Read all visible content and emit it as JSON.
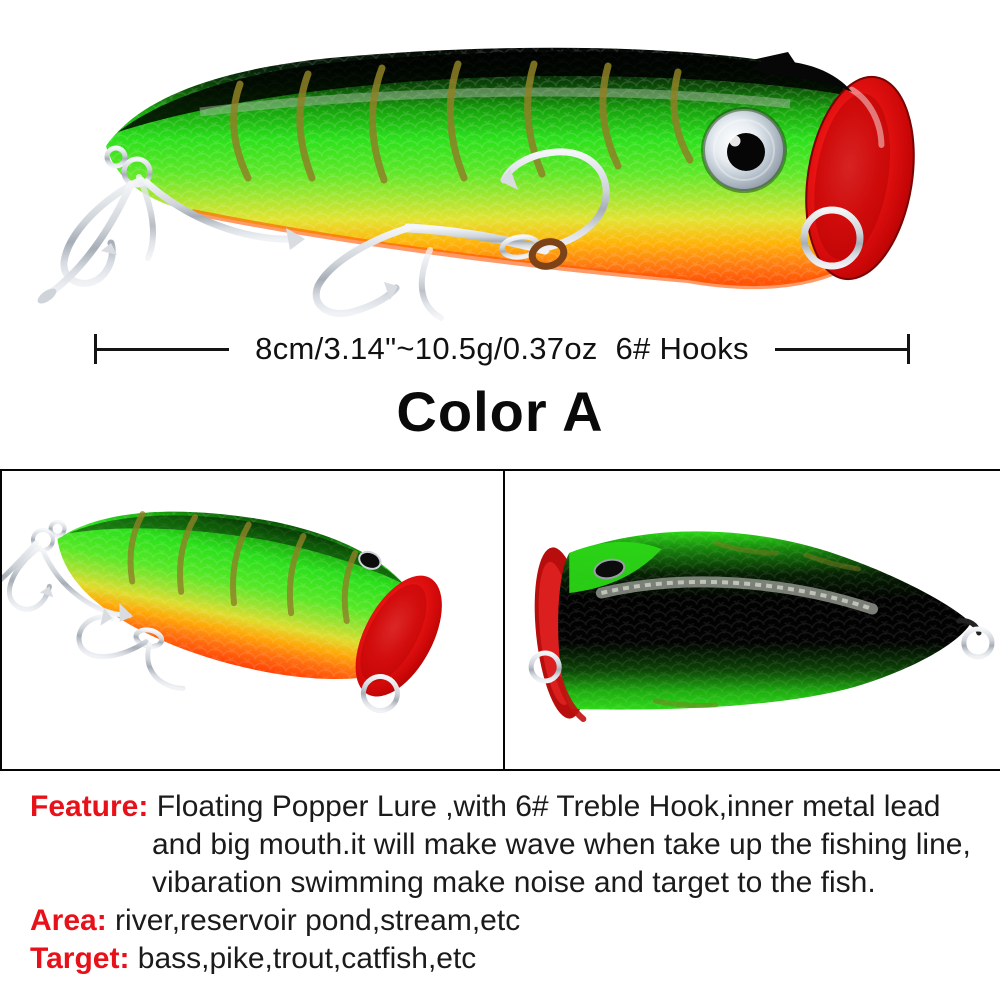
{
  "product": {
    "dimension_label": "8cm/3.14\"~10.5g/0.37oz  6# Hooks",
    "color_title": "Color A"
  },
  "specs": {
    "feature": {
      "label": "Feature:",
      "line1": "Floating Popper Lure ,with 6# Treble Hook,inner metal lead",
      "line2": "and big mouth.it will make wave when take up the fishing line,",
      "line3": "vibaration swimming make noise and target to the fish."
    },
    "area": {
      "label": "Area:",
      "text": "river,reservoir pond,stream,etc"
    },
    "target": {
      "label": "Target:",
      "text": "bass,pike,trout,catfish,etc"
    }
  },
  "images": {
    "main_photo_alt": "popper fishing lure side view: black back, green body with gold tiger stripes, orange belly, silver eye, red cupped mouth, two silver treble hooks",
    "left_panel_alt": "angled view of green/orange popper lure with red mouth and treble hooks",
    "right_panel_alt": "top rear view of popper lure: black back, green sides, red mouth rim, tail split ring"
  },
  "colors": {
    "accent_red": "#e8111a",
    "text_black": "#1b1b1b",
    "line_black": "#141414",
    "lure_green": "#2ce01c",
    "lure_yellow": "#e3e332",
    "lure_orange": "#ff7d12",
    "mouth_red": "#c80606",
    "stripe_gold": "#8e8126",
    "hook_silver": "#cfd4da",
    "copper_ring": "#7c4218"
  }
}
